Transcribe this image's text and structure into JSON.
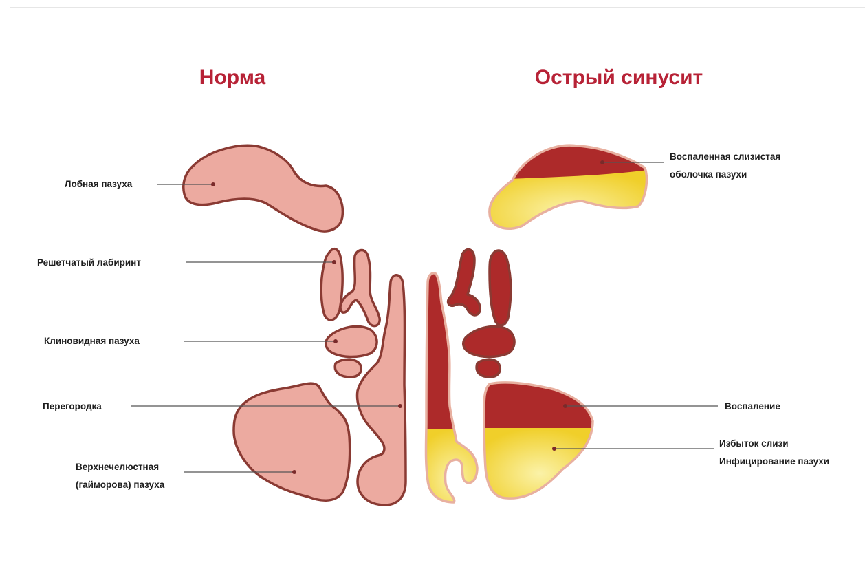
{
  "titles": {
    "left": "Норма",
    "right": "Острый синусит"
  },
  "labels_left": {
    "frontal": "Лобная пазуха",
    "ethmoid": "Решетчатый лабиринт",
    "sphenoid": "Клиновидная пазуха",
    "septum": "Перегородка",
    "maxillary_1": "Верхнечелюстная",
    "maxillary_2": "(гайморова) пазуха"
  },
  "labels_right": {
    "mucosa_1": "Воспаленная слизистая",
    "mucosa_2": "оболочка пазухи",
    "inflammation": "Воспаление",
    "mucus_1": "Избыток слизи",
    "mucus_2": "Инфицирование пазухи"
  },
  "colors": {
    "title": "#b72236",
    "normal_sinus": "#ecaaa0",
    "inflamed": "#ad2a2a",
    "mucus": "#f3dc48",
    "outline": "#8a3a33"
  }
}
